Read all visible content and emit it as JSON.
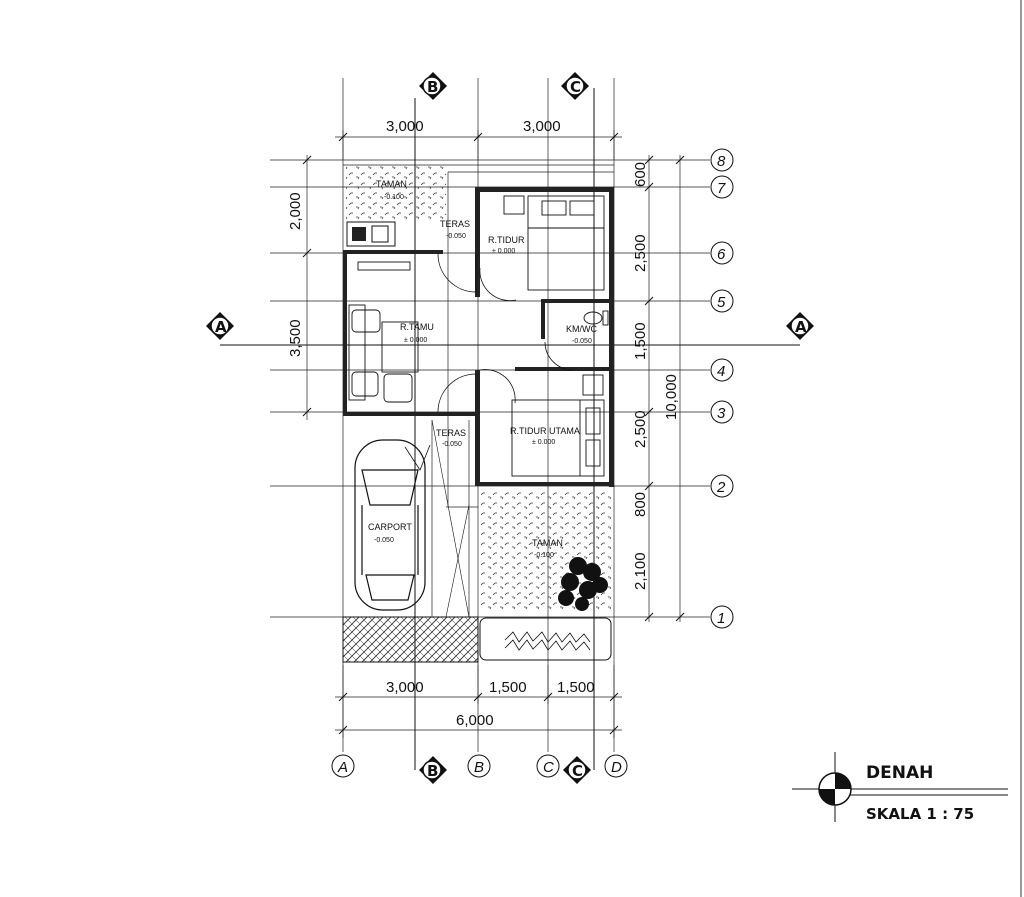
{
  "title": {
    "main": "DENAH",
    "scale": "SKALA 1 : 75"
  },
  "rooms": [
    {
      "name": "TAMAN",
      "level": "-0.100"
    },
    {
      "name": "TERAS",
      "level": "-0.050"
    },
    {
      "name": "R.TIDUR",
      "level": "± 0.000"
    },
    {
      "name": "R.TAMU",
      "level": "± 0.000"
    },
    {
      "name": "KM/WC",
      "level": "-0.050"
    },
    {
      "name": "TERAS",
      "level": "-0.050"
    },
    {
      "name": "R.TIDUR UTAMA",
      "level": "± 0.000"
    },
    {
      "name": "CARPORT",
      "level": "-0.050"
    },
    {
      "name": "TAMAN",
      "level": "-0.100"
    }
  ],
  "dims_top": [
    "3,000",
    "3,000"
  ],
  "dims_bottom": [
    "3,000",
    "1,500",
    "1,500"
  ],
  "dim_total_bottom": "6,000",
  "dims_left": [
    "2,000",
    "3,500"
  ],
  "dims_right": [
    "600",
    "2,500",
    "1,500",
    "2,500",
    "800",
    "2,100"
  ],
  "dim_total_right": "10,000",
  "grid_rows": [
    "8",
    "7",
    "6",
    "5",
    "4",
    "3",
    "2",
    "1"
  ],
  "grid_cols": [
    "A",
    "B",
    "C",
    "D"
  ],
  "sections": {
    "a": "A",
    "b": "B",
    "c": "C"
  }
}
